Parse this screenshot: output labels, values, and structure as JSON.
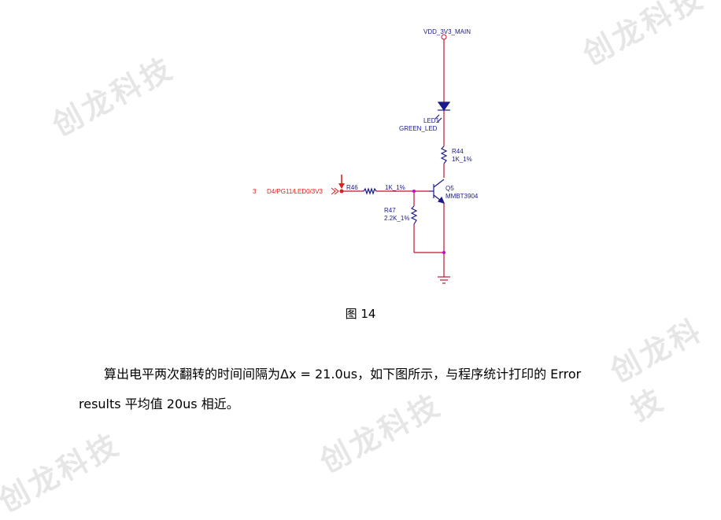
{
  "watermark": {
    "text": "创龙科技"
  },
  "schematic": {
    "colors": {
      "wire": "#c8102e",
      "label": "#1a1a8c",
      "component": "#1a1a8c",
      "node": "#cc00cc",
      "net_red": "#e02020"
    },
    "power_net": "VDD_3V3_MAIN",
    "led": {
      "ref": "LED1",
      "value": "GREEN_LED"
    },
    "r44": {
      "ref": "R44",
      "value": "1K_1%"
    },
    "q5": {
      "ref": "Q5",
      "value": "MMBT3904"
    },
    "input": {
      "pin": "3",
      "net": "D4/PG11/LED0/3V3"
    },
    "r46": {
      "ref": "R46",
      "value": "1K_1%"
    },
    "r47": {
      "ref": "R47",
      "value": "2.2K_1%"
    }
  },
  "figure_caption": "图 14",
  "paragraph": {
    "line1": "算出电平两次翻转的时间间隔为Δx = 21.0us，如下图所示，与程序统计打印的 Error",
    "line2": "results 平均值 20us 相近。"
  }
}
